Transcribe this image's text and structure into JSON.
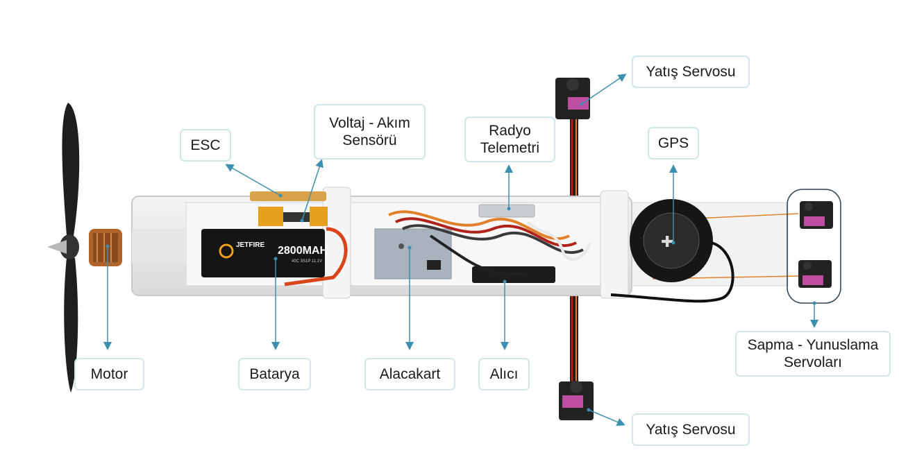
{
  "labels": {
    "yatis_servosu_top": "Yatış Servosu",
    "yatis_servosu_bottom": "Yatış Servosu",
    "gps": "GPS",
    "radyo_telemetri_line1": "Radyo",
    "radyo_telemetri_line2": "Telemetri",
    "voltaj_line1": "Voltaj - Akım",
    "voltaj_line2": "Sensörü",
    "esc": "ESC",
    "motor": "Motor",
    "batarya": "Batarya",
    "alacakart": "Alacakart",
    "alici": "Alıcı",
    "sapma_line1": "Sapma - Yunuslama",
    "sapma_line2": "Servoları"
  },
  "battery_print": {
    "brand": "JETFIRE",
    "capacity": "2800MAH",
    "spec": "40C 3S1P 11.1V"
  },
  "colors": {
    "label_border": "#cfe7e9",
    "arrow": "#3d8fb0",
    "fuselage": "#ececec",
    "servo": "#222222",
    "servo_label": "#c04ea0",
    "wire_red": "#b0231b",
    "wire_orange": "#e0812a"
  }
}
